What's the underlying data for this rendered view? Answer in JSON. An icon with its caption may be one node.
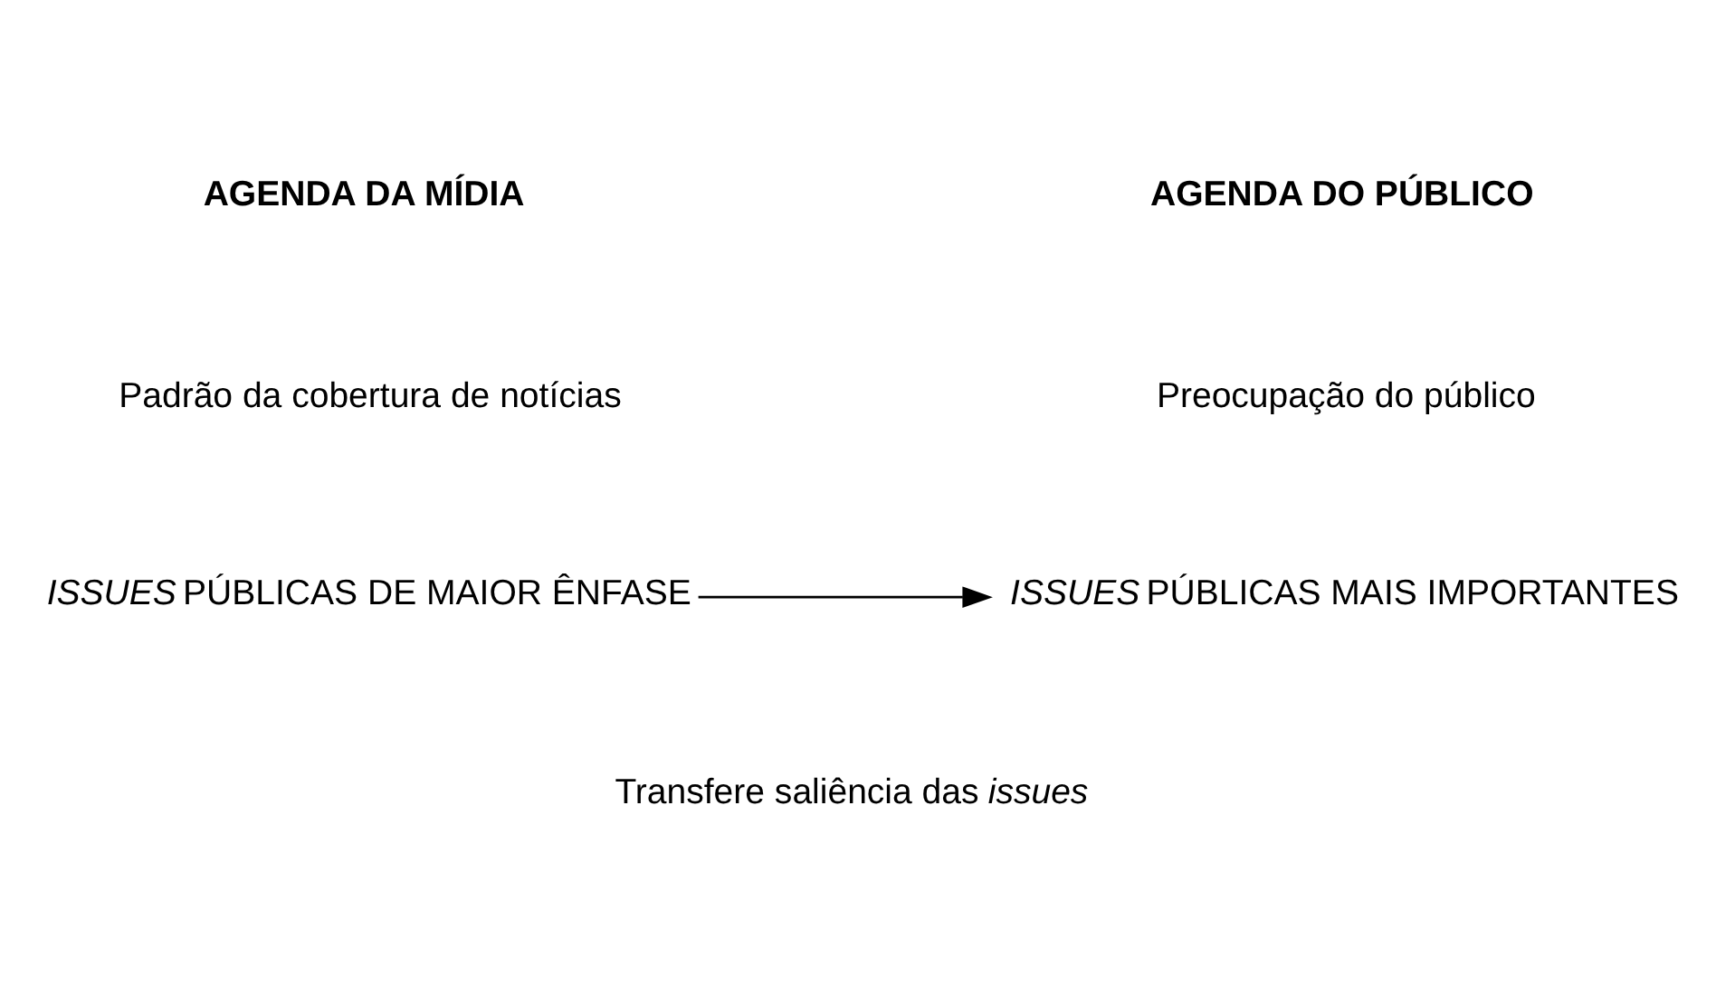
{
  "diagram": {
    "nodes": [
      {
        "text": [
          "*ISSUES* PÚBLICAS DE MAIOR ÊNFASE"
        ]
      },
      {
        "text": [
          "*ISSUES* PÚBLICAS MAIS IMPORTANTES"
        ]
      }
    ],
    "edges": [
      {
        "from": 0,
        "to": 1,
        "arrow": "to"
      }
    ],
    "labels": [
      "AGENDA DA MÍDIA",
      "AGENDA DO PÚBLICO",
      "Padrão da cobertura de notícias",
      "Preocupação do público",
      "Transfere saliência das *issues*"
    ]
  }
}
